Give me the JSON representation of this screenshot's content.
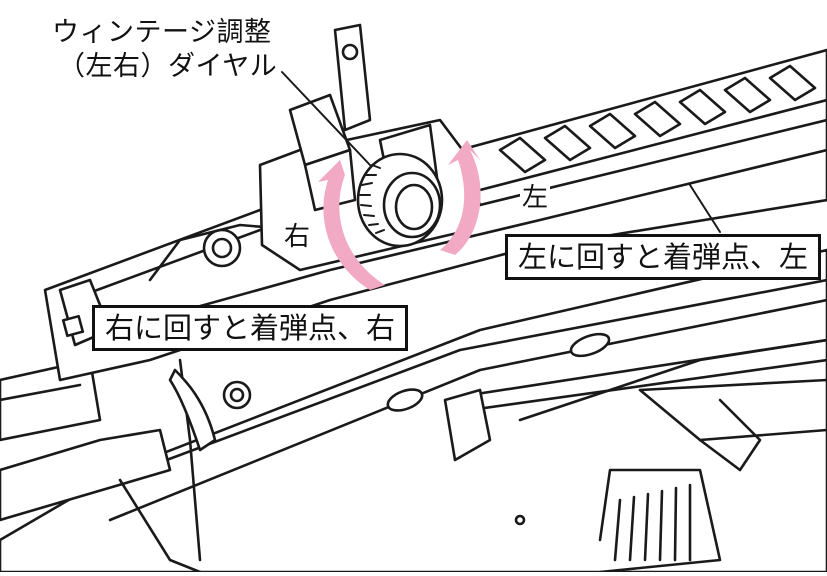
{
  "callout": {
    "line1": "ウィンテージ調整",
    "line2": "（左右）ダイヤル"
  },
  "direction": {
    "right": "右",
    "left": "左"
  },
  "boxes": {
    "right_text": "右に回すと着弾点、右",
    "left_text": "左に回すと着弾点、左"
  },
  "colors": {
    "arrow": "#f2a9c4",
    "line": "#1a1a1a",
    "rail_fill": "#ffffff"
  }
}
